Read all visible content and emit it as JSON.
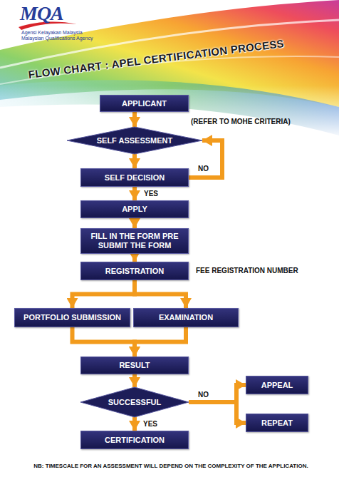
{
  "diagram": {
    "title": "FLOW CHART : APEL CERTIFICATION PROCESS",
    "nodes": [
      {
        "text": [
          "APPLICANT"
        ]
      },
      {
        "text": [
          "SELF ASSESSMENT"
        ]
      },
      {
        "text": [
          "SELF DECISION"
        ]
      },
      {
        "text": [
          "APPLY"
        ]
      },
      {
        "text": [
          "FILL IN THE FORM PRE SUBMIT THE FORM"
        ]
      },
      {
        "text": [
          "REGISTRATION"
        ]
      },
      {
        "text": [
          "PORTFOLIO SUBMISSION"
        ]
      },
      {
        "text": [
          "EXAMINATION"
        ]
      },
      {
        "text": [
          "RESULT"
        ]
      },
      {
        "text": [
          "SUCCESSFUL"
        ]
      },
      {
        "text": [
          "APPEAL"
        ]
      },
      {
        "text": [
          "REPEAT"
        ]
      },
      {
        "text": [
          "CERTIFICATION"
        ]
      }
    ],
    "edges": [
      {
        "from": 0,
        "to": 1,
        "arrow": "to"
      },
      {
        "from": 1,
        "to": 2,
        "arrow": "to"
      },
      {
        "from": 2,
        "to": 1,
        "label": "NO",
        "arrow": "to"
      },
      {
        "from": 2,
        "to": 3,
        "label": "YES",
        "arrow": "to"
      },
      {
        "from": 3,
        "to": 4,
        "arrow": "to"
      },
      {
        "from": 4,
        "to": 5,
        "arrow": "to"
      },
      {
        "from": 5,
        "to": 6,
        "arrow": "to"
      },
      {
        "from": 5,
        "to": 7,
        "arrow": "to"
      },
      {
        "from": 6,
        "to": 8,
        "arrow": "to"
      },
      {
        "from": 7,
        "to": 8,
        "arrow": "to"
      },
      {
        "from": 8,
        "to": 9,
        "arrow": "to"
      },
      {
        "from": 9,
        "to": 10,
        "label": "NO",
        "arrow": "to"
      },
      {
        "from": 9,
        "to": 11,
        "arrow": "to"
      },
      {
        "from": 9,
        "to": 12,
        "label": "YES",
        "arrow": "to"
      }
    ],
    "labels": [
      "MQA",
      "Agensi Kelayakan Malaysia",
      "Malaysian Qualifications Agency",
      "(REFER TO MOHE CRITERIA)",
      "FEE REGISTRATION NUMBER",
      "NB: TIMESCALE FOR AN ASSESSMENT WILL DEPEND ON THE COMPLEXITY OF THE APPLICATION."
    ]
  }
}
